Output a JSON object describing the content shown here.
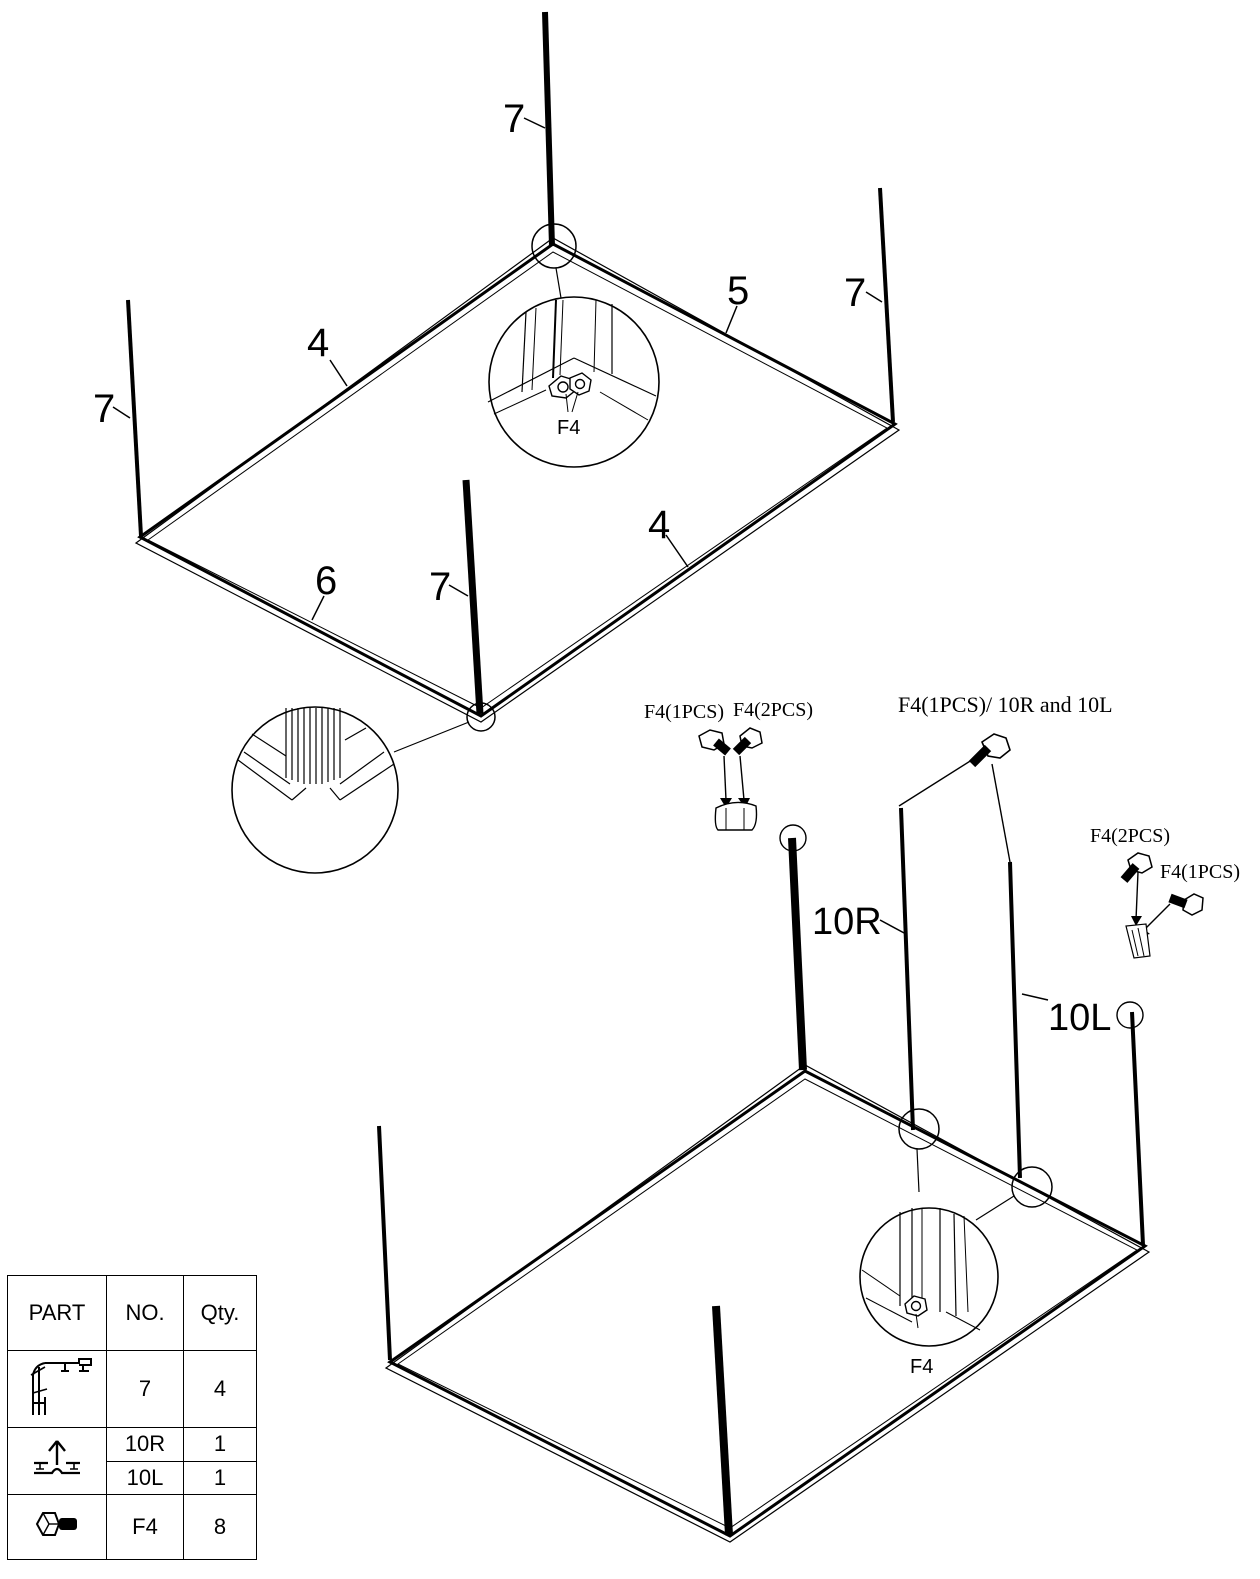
{
  "callouts": {
    "top_post_back": "7",
    "top_post_right": "7",
    "top_post_left": "7",
    "top_post_front": "7",
    "top_side_left": "4",
    "top_side_right": "4",
    "top_back": "5",
    "top_front": "6",
    "detail_top": "F4",
    "detail_bottom": "F4",
    "bolt_note_a1": "F4(1PCS)",
    "bolt_note_a2": "F4(2PCS)",
    "bolt_note_b": "F4(1PCS)/ 10R and 10L",
    "bolt_note_c1": "F4(2PCS)",
    "bolt_note_c2": "F4(1PCS)",
    "post_10r": "10R",
    "post_10l": "10L"
  },
  "parts_table": {
    "headers": [
      "PART",
      "NO.",
      "Qty."
    ],
    "rows": [
      {
        "icon": "corner-post-profile-icon",
        "no": "7",
        "qty": "4"
      },
      {
        "icon": "door-post-profile-icon",
        "no": "10R",
        "qty": "1"
      },
      {
        "icon": "door-post-profile-icon",
        "no": "10L",
        "qty": "1"
      },
      {
        "icon": "bolt-icon",
        "no": "F4",
        "qty": "8"
      }
    ]
  }
}
